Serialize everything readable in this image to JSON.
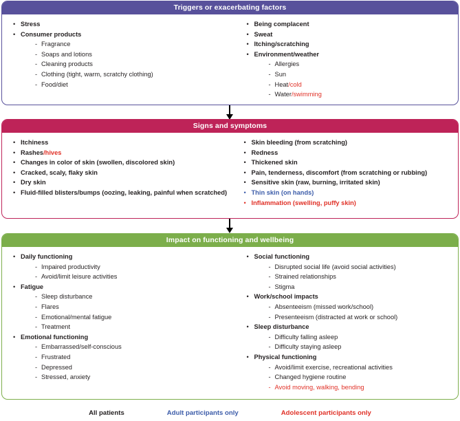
{
  "boxes": [
    {
      "id": "triggers",
      "title": "Triggers or exacerbating factors",
      "accent": "#58519b",
      "left_column": [
        {
          "text": "Stress",
          "subitems": []
        },
        {
          "text": "Consumer products",
          "subitems": [
            {
              "text": "Fragrance"
            },
            {
              "text": "Soaps and lotions"
            },
            {
              "text": "Cleaning products"
            },
            {
              "text": "Clothing (tight, warm, scratchy clothing)"
            },
            {
              "text": "Food/diet"
            }
          ]
        }
      ],
      "right_column": [
        {
          "text": "Being complacent",
          "subitems": []
        },
        {
          "text": "Sweat",
          "subitems": []
        },
        {
          "text": "Itching/scratching",
          "subitems": []
        },
        {
          "text": "Environment/weather",
          "subitems": [
            {
              "text": "Allergies"
            },
            {
              "text": "Sun"
            },
            {
              "text": "Heat",
              "suffix": "/cold",
              "suffix_group": "adolescent"
            },
            {
              "text": "Water",
              "suffix": "/swimming",
              "suffix_group": "adolescent"
            }
          ]
        }
      ]
    },
    {
      "id": "signs",
      "title": "Signs and symptoms",
      "accent": "#be2358",
      "left_column": [
        {
          "text": "Itchiness",
          "subitems": []
        },
        {
          "text": "Rashes",
          "suffix": "/hives",
          "suffix_group": "adolescent",
          "subitems": []
        },
        {
          "text": "Changes in color of skin (swollen, discolored skin)",
          "subitems": []
        },
        {
          "text": "Cracked, scaly, flaky skin",
          "subitems": []
        },
        {
          "text": "Dry skin",
          "subitems": []
        },
        {
          "text": "Fluid-filled blisters/bumps (oozing, leaking, painful when scratched)",
          "subitems": []
        }
      ],
      "right_column": [
        {
          "text": "Skin bleeding (from scratching)",
          "subitems": []
        },
        {
          "text": "Redness",
          "subitems": []
        },
        {
          "text": "Thickened skin",
          "subitems": []
        },
        {
          "text": "Pain, tenderness, discomfort (from scratching or rubbing)",
          "subitems": []
        },
        {
          "text": "Sensitive skin (raw, burning, irritated skin)",
          "subitems": []
        },
        {
          "text": "Thin skin (on hands)",
          "group": "adult",
          "subitems": []
        },
        {
          "text": "Inflammation (swelling, puffy skin)",
          "group": "adolescent",
          "subitems": []
        }
      ]
    },
    {
      "id": "impact",
      "title": "Impact on functioning and wellbeing",
      "accent": "#7cae4b",
      "left_column": [
        {
          "text": "Daily functioning",
          "subitems": [
            {
              "text": "Impaired productivity"
            },
            {
              "text": "Avoid/limit leisure activities"
            }
          ]
        },
        {
          "text": "Fatigue",
          "subitems": [
            {
              "text": "Sleep disturbance"
            },
            {
              "text": "Flares"
            },
            {
              "text": "Emotional/mental fatigue"
            },
            {
              "text": "Treatment"
            }
          ]
        },
        {
          "text": "Emotional functioning",
          "subitems": [
            {
              "text": "Embarrassed/self-conscious"
            },
            {
              "text": "Frustrated"
            },
            {
              "text": "Depressed"
            },
            {
              "text": "Stressed, anxiety"
            }
          ]
        }
      ],
      "right_column": [
        {
          "text": "Social functioning",
          "subitems": [
            {
              "text": "Disrupted social life (avoid social activities)"
            },
            {
              "text": "Strained relationships"
            },
            {
              "text": "Stigma"
            }
          ]
        },
        {
          "text": "Work/school impacts",
          "subitems": [
            {
              "text": "Absenteeism (missed work/school)"
            },
            {
              "text": "Presenteeism (distracted at work or school)"
            }
          ]
        },
        {
          "text": "Sleep disturbance",
          "subitems": [
            {
              "text": "Difficulty falling asleep"
            },
            {
              "text": "Difficulty staying asleep"
            }
          ]
        },
        {
          "text": "Physical functioning",
          "subitems": [
            {
              "text": "Avoid/limit exercise, recreational activities"
            },
            {
              "text": "Changed hygiene routine"
            },
            {
              "text": "Avoid moving, walking, bending",
              "group": "adolescent"
            }
          ]
        }
      ]
    }
  ],
  "legend": {
    "all_patients": "All patients",
    "adult_only": "Adult participants only",
    "adolescent_only": "Adolescent participants only",
    "color_all": "#231f20",
    "color_adult": "#3c5ca9",
    "color_adolescent": "#e03127"
  }
}
